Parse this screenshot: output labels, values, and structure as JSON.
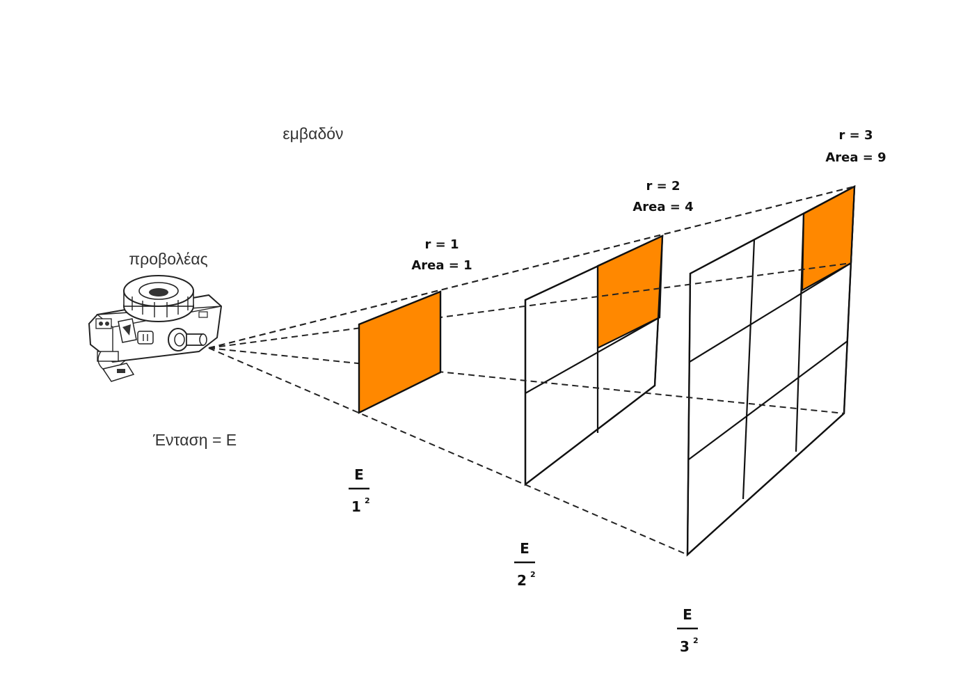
{
  "labels": {
    "area_word": "εμβαδόν",
    "projector": "προβολέας",
    "intensity": "Ένταση = E"
  },
  "screens": [
    {
      "r_label": "r = 1",
      "area_label": "Area = 1",
      "frac_num": "E",
      "frac_base": "1",
      "frac_exp": "2"
    },
    {
      "r_label": "r = 2",
      "area_label": "Area = 4",
      "frac_num": "E",
      "frac_base": "2",
      "frac_exp": "2"
    },
    {
      "r_label": "r = 3",
      "area_label": "Area = 9",
      "frac_num": "E",
      "frac_base": "3",
      "frac_exp": "2"
    }
  ],
  "colors": {
    "highlight": "#FF8800",
    "lines": "#111111",
    "background": "#FFFFFF"
  },
  "icons": [
    "slide-projector-icon"
  ]
}
